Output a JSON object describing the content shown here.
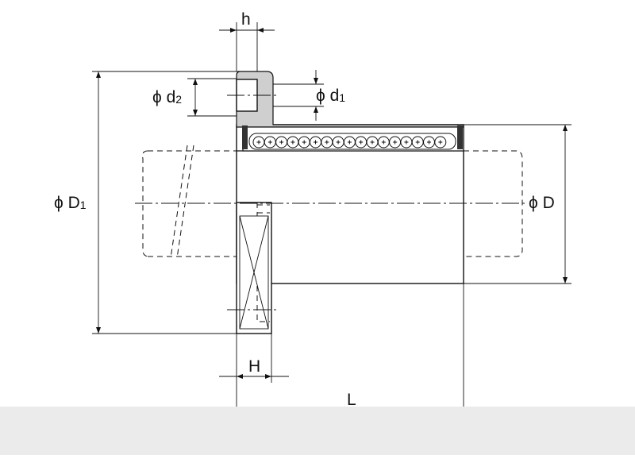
{
  "diagram": {
    "labels": {
      "h": "h",
      "phi_d2": "ϕ d",
      "d2_sub": "2",
      "phi_d1": "ϕ d",
      "d1_sub": "1",
      "phi_D1": "ϕ D",
      "D1_sub": "1",
      "phi_D": "ϕ D",
      "H": "H",
      "L": "L"
    },
    "colors": {
      "line": "#111111",
      "flange_fill": "#cfcfcf",
      "footer_band": "#ebebeb"
    }
  }
}
